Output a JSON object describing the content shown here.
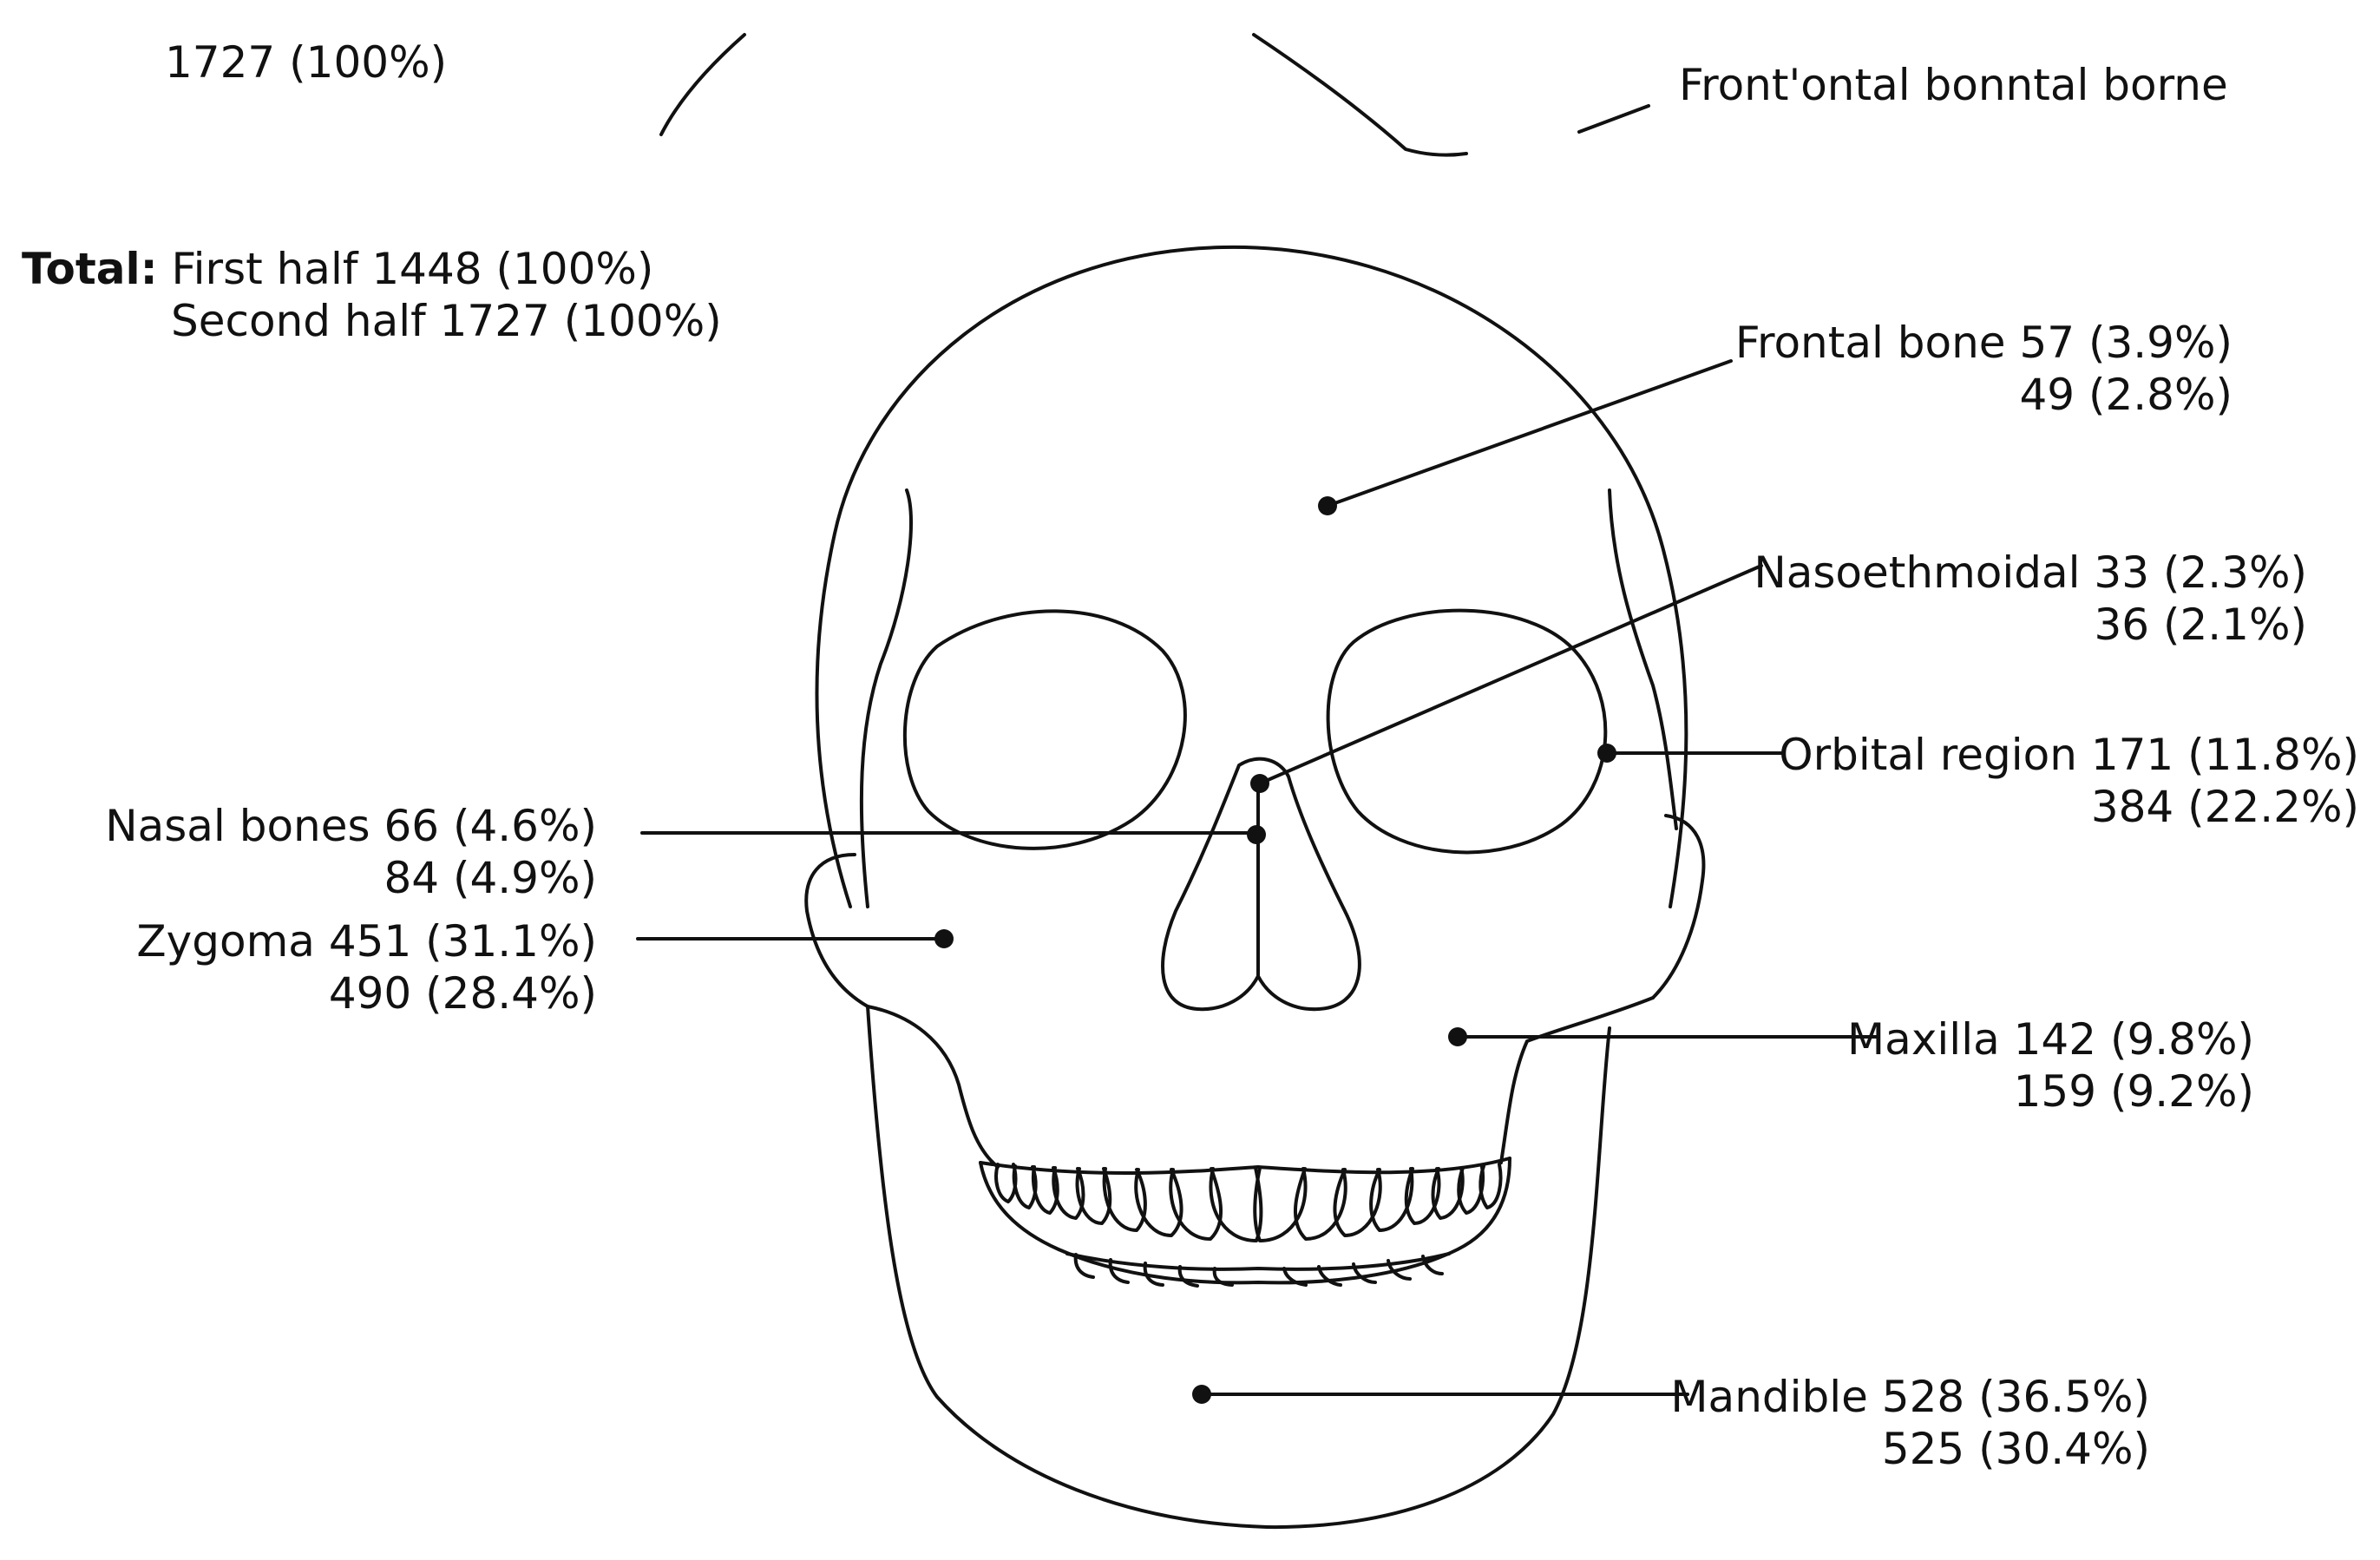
{
  "top_left_value": "1727 (100%)",
  "top_right_label": "Front'ontal bonntal borne",
  "total": {
    "label": "Total:",
    "first_half": "First half 1448 (100%)",
    "second_half": "Second half 1727 (100%)"
  },
  "regions": {
    "frontal_bone": {
      "line1": "Frontal bone 57 (3.9%)",
      "line2": "49 (2.8%)"
    },
    "nasoethmoidal": {
      "line1": "Nasoethmoidal 33 (2.3%)",
      "line2": "36 (2.1%)"
    },
    "orbital_region": {
      "line1": "Orbital region 171 (11.8%)",
      "line2": "384 (22.2%)"
    },
    "nasal_bones": {
      "line1": "Nasal bones 66 (4.6%)",
      "line2": "84 (4.9%)"
    },
    "zygoma": {
      "line1": "Zygoma 451 (31.1%)",
      "line2": "490 (28.4%)"
    },
    "maxilla": {
      "line1": "Maxilla 142 (9.8%)",
      "line2": "159 (9.2%)"
    },
    "mandible": {
      "line1": "Mandible 528 (36.5%)",
      "line2": "525 (30.4%)"
    }
  },
  "colors": {
    "stroke": "#111111",
    "background": "#ffffff"
  }
}
